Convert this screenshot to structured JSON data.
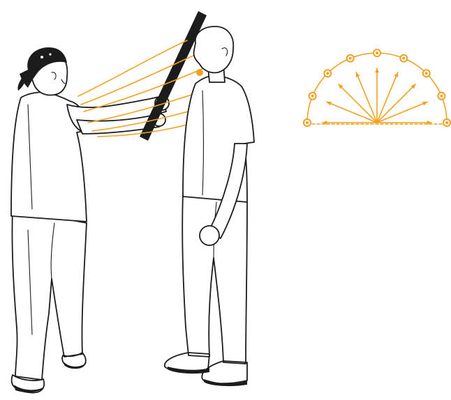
{
  "colors": {
    "accent": "#F2A11E",
    "ink": "#1C1C1C",
    "background": "#FFFFFF"
  },
  "figures": [
    {
      "name": "trainer",
      "icon": "bandana-man-holding-stick"
    },
    {
      "name": "partner",
      "icon": "standing-man"
    }
  ],
  "props": [
    {
      "name": "training-stick",
      "icon": "black-stick"
    }
  ],
  "diagram": {
    "icon": "semicircle-direction-diagram",
    "angles_deg": [
      0,
      22.5,
      45,
      67.5,
      90,
      112.5,
      135,
      157.5,
      180
    ]
  }
}
